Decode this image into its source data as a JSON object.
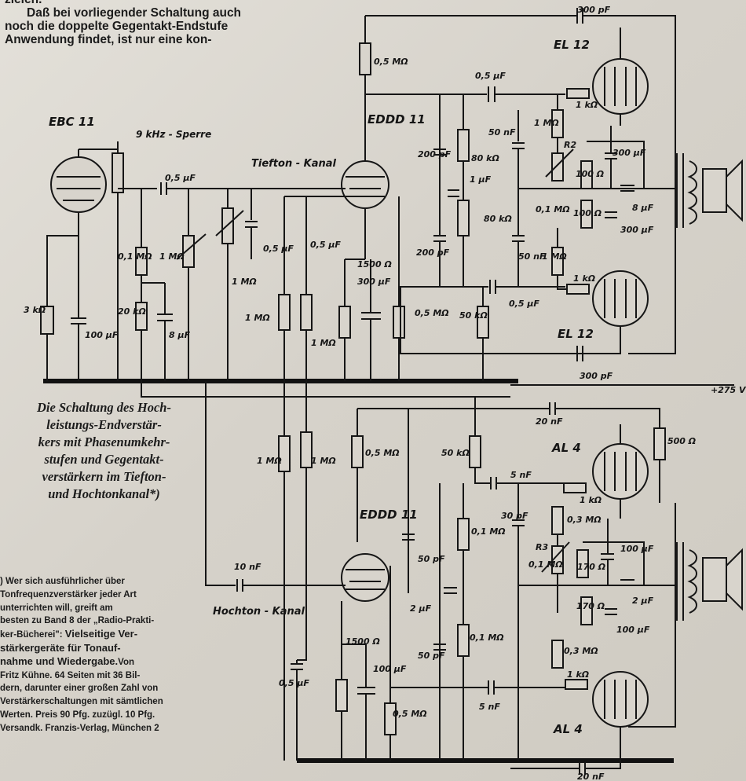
{
  "intro": {
    "line0": "zielen.",
    "line1": "Daß bei vorliegender Schaltung auch",
    "line2": "noch die doppelte Gegentakt-Endstufe",
    "line3": "Anwendung findet, ist nur eine kon-"
  },
  "caption": {
    "line1": "Die Schaltung des Hoch-",
    "line2": "leistungs-Endverstär-",
    "line3": "kers mit Phasenumkehr-",
    "line4": "stufen und Gegentakt-",
    "line5": "verstärkern im Tiefton-",
    "line6": "und Hochtonkanal*)"
  },
  "footnote": {
    "line1": ") Wer sich ausführlicher über",
    "line2": "Tonfrequenzverstärker jeder Art",
    "line3": "unterrichten will, greift am",
    "line4": "besten zu Band 8 der „Radio-Prakti-",
    "line5": "ker-Bücherei\":",
    "line5b": "Vielseitige Ver-",
    "line6": "stärkergeräte für Tonauf-",
    "line7": "nahme und Wiedergabe.",
    "line7b": "Von",
    "line8": "Fritz Kühne. 64 Seiten mit 36 Bil-",
    "line9": "dern, darunter einer großen Zahl von",
    "line10": "Verstärkerschaltungen mit sämtlichen",
    "line11": "Werten. Preis 90 Pfg. zuzügl. 10 Pfg.",
    "line12": "Versandk. Franzis-Verlag, München 2"
  },
  "tubes": {
    "ebc11": "EBC 11",
    "eddd11_top": "EDDD 11",
    "el12_top": "EL 12",
    "el12_bottom": "EL 12",
    "eddd11_bottom": "EDDD 11",
    "al4_top": "AL 4",
    "al4_bottom": "AL 4"
  },
  "labels": {
    "sperre": "9 kHz - Sperre",
    "tiefton": "Tiefton - Kanal",
    "hochton": "Hochton - Kanal",
    "voltage": "+275 V"
  },
  "values": {
    "c300pf_top": "300 pF",
    "r05m_a": "0,5 MΩ",
    "c05uf_a": "0,5 µF",
    "r1k_a": "1 kΩ",
    "r1m_a": "1 MΩ",
    "c50nf_a": "50 nF",
    "r80k_a": "80 kΩ",
    "c200pf_a": "200 pF",
    "c300uf_a": "300 µF",
    "r100_a": "100 Ω",
    "c8uf": "8 µF",
    "c05uf_b": "0,5 µF",
    "c1uf": "1 µF",
    "r80k_b": "80 kΩ",
    "c200pf_b": "200 pF",
    "c50nf_b": "50 nF",
    "r1m_b": "1 MΩ",
    "r1k_b": "1 kΩ",
    "r100_b": "100 Ω",
    "c300uf_b": "300 µF",
    "r3k": "3 kΩ",
    "c100uf_a": "100 µF",
    "r01m": "0,1 MΩ",
    "r1m_pot1": "1 MΩ",
    "r20k": "20 kΩ",
    "c8uf_b": "8 µF",
    "r1m_pot2": "1 MΩ",
    "c05uf_c": "0,5 µF",
    "r1m_c": "1 MΩ",
    "c05uf_d": "0,5 µF",
    "r1m_d": "1 MΩ",
    "r1500": "1500 Ω",
    "c300uf_c": "300 µF",
    "r05m_b": "0,5 MΩ",
    "r50k_a": "50 kΩ",
    "c05uf_e": "0,5 µF",
    "c300pf_bot": "300 pF",
    "c20nf_a": "20 nF",
    "r500": "500 Ω",
    "r1m_e": "1 MΩ",
    "r1m_f": "1 MΩ",
    "r05m_c": "0,5 MΩ",
    "r50k_b": "50 kΩ",
    "c5nf_a": "5 nF",
    "r1k_c": "1 kΩ",
    "r03m_a": "0,3 MΩ",
    "c30pf": "30 pF",
    "r01m_b": "0,1 MΩ",
    "r01m_c": "0,1 MΩ",
    "r170_a": "170 Ω",
    "c100uf_b": "100 µF",
    "c10nf": "10 nF",
    "c2uf_a": "2 µF",
    "r170_b": "170 Ω",
    "c2uf_b": "2 µF",
    "c100uf_c": "100 µF",
    "r01m_d": "0,1 MΩ",
    "r03m_b": "0,3 MΩ",
    "r1500_b": "1500 Ω",
    "c100uf_d": "100 µF",
    "c50pf_a": "50 pF",
    "c50pf_b": "50 pF",
    "c05uf_f": "0,5 µF",
    "r05m_d": "0,5 MΩ",
    "c5nf_b": "5 nF",
    "r1k_d": "1 kΩ",
    "c20nf_b": "20 nF",
    "r2": "R2",
    "r3": "R3"
  },
  "colors": {
    "paper": "#d9d6cf",
    "ink": "#161616"
  }
}
